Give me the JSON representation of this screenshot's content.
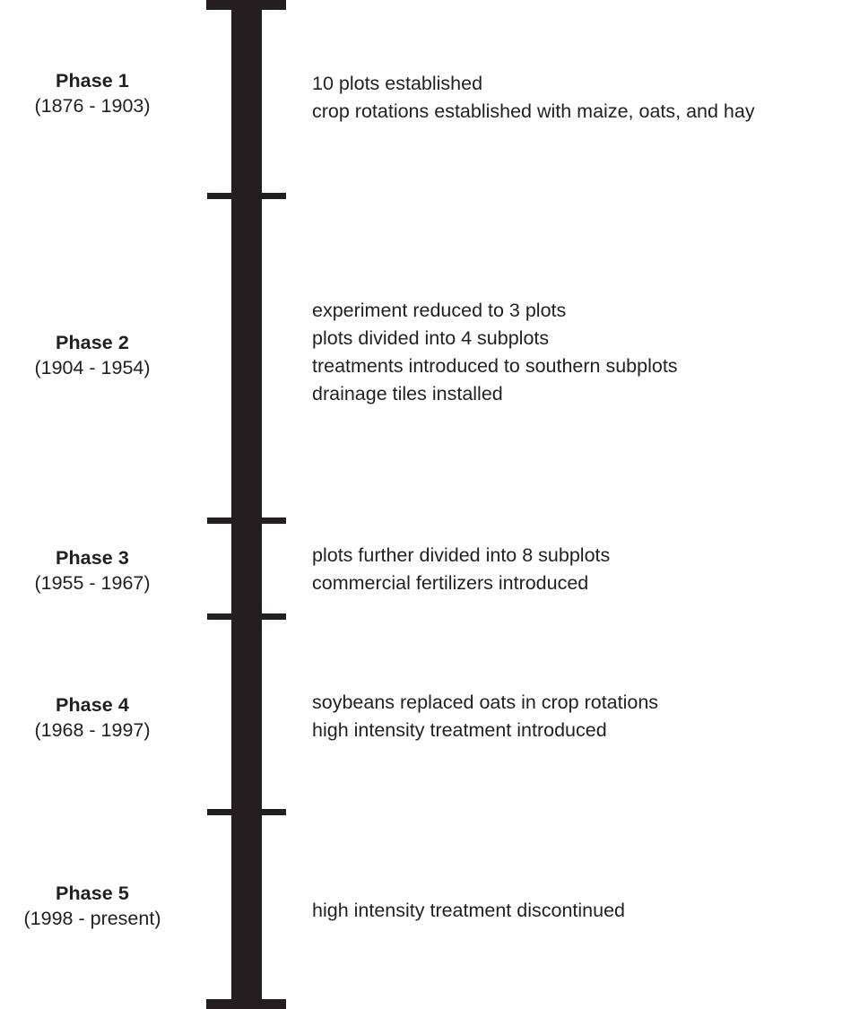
{
  "figure": {
    "type": "vertical-timeline",
    "orientation": "vertical",
    "axis_color": "#231f20",
    "background_color": "#ffffff",
    "text_color": "#231f20"
  },
  "phases": [
    {
      "name": "Phase 1",
      "years": "(1876 - 1903)",
      "start_year": 1876,
      "end_year": 1903,
      "events": [
        "10 plots established",
        "crop rotations established with maize, oats, and hay"
      ]
    },
    {
      "name": "Phase 2",
      "years": "(1904 - 1954)",
      "start_year": 1904,
      "end_year": 1954,
      "events": [
        "experiment reduced to 3 plots",
        "plots divided into 4 subplots",
        "treatments introduced to southern subplots",
        "drainage tiles installed"
      ]
    },
    {
      "name": "Phase 3",
      "years": "(1955 - 1967)",
      "start_year": 1955,
      "end_year": 1967,
      "events": [
        "plots further divided into 8 subplots",
        "commercial fertilizers introduced"
      ]
    },
    {
      "name": "Phase 4",
      "years": "(1968 - 1997)",
      "start_year": 1968,
      "end_year": 1997,
      "events": [
        "soybeans replaced oats in crop rotations",
        "high intensity treatment introduced"
      ]
    },
    {
      "name": "Phase 5",
      "years": "(1998 - present)",
      "start_year": 1998,
      "end_year": "present",
      "events": [
        "high intensity treatment discontinued"
      ]
    }
  ]
}
